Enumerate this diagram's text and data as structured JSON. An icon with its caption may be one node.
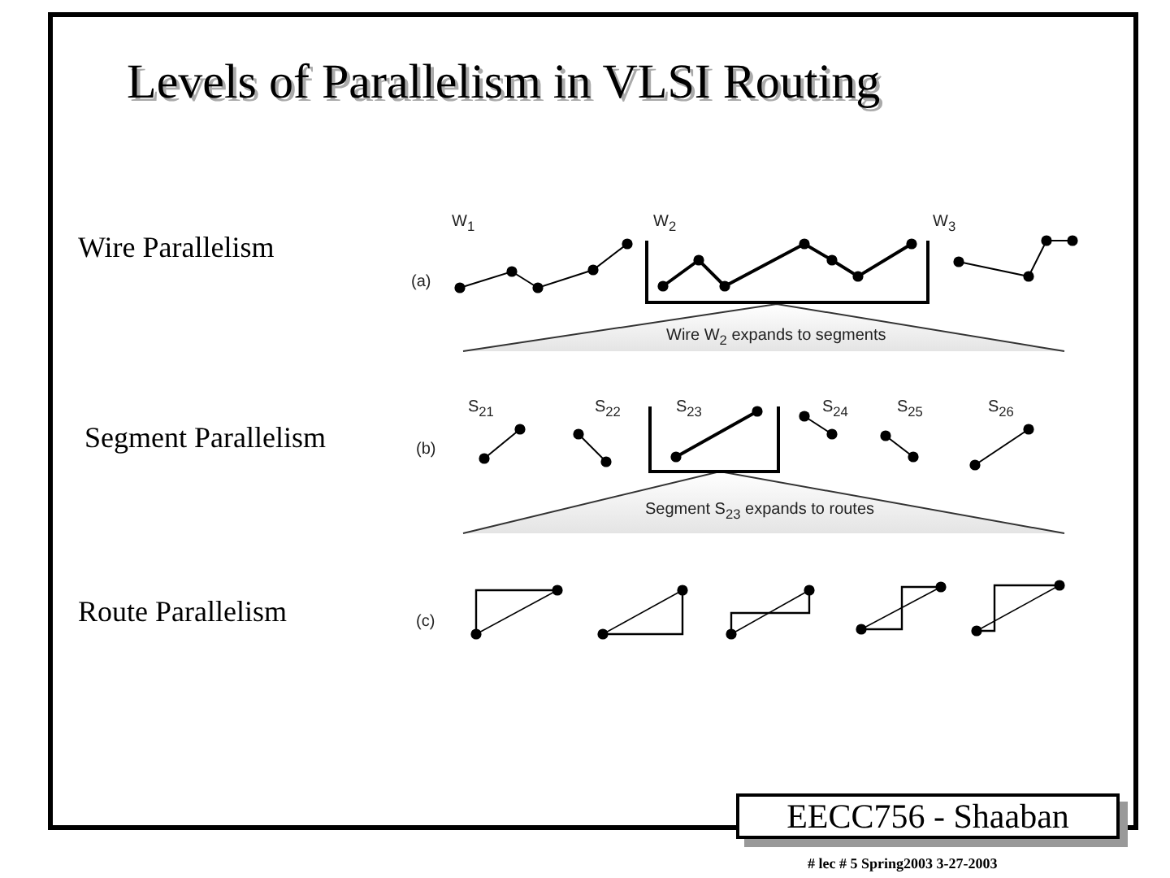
{
  "diagram": {
    "title": "Levels of Parallelism in VLSI Routing",
    "nodes": [
      {
        "text": [
          "EECC756 - Shaaban"
        ]
      }
    ],
    "labels": [
      "Wire Parallelism",
      "Segment Parallelism",
      "Route Parallelism",
      "W$_{1}$",
      "W$_{2}$",
      "W$_{3}$",
      "(a)",
      "Wire W$_{2}$ expands to segments",
      "S$_{21}$",
      "S$_{22}$",
      "S$_{23}$",
      "S$_{24}$",
      "S$_{25}$",
      "S$_{26}$",
      "(b)",
      "Segment S$_{23}$ expands to routes",
      "(c)",
      "# lec # 5 Spring2003 3-27-2003"
    ]
  }
}
